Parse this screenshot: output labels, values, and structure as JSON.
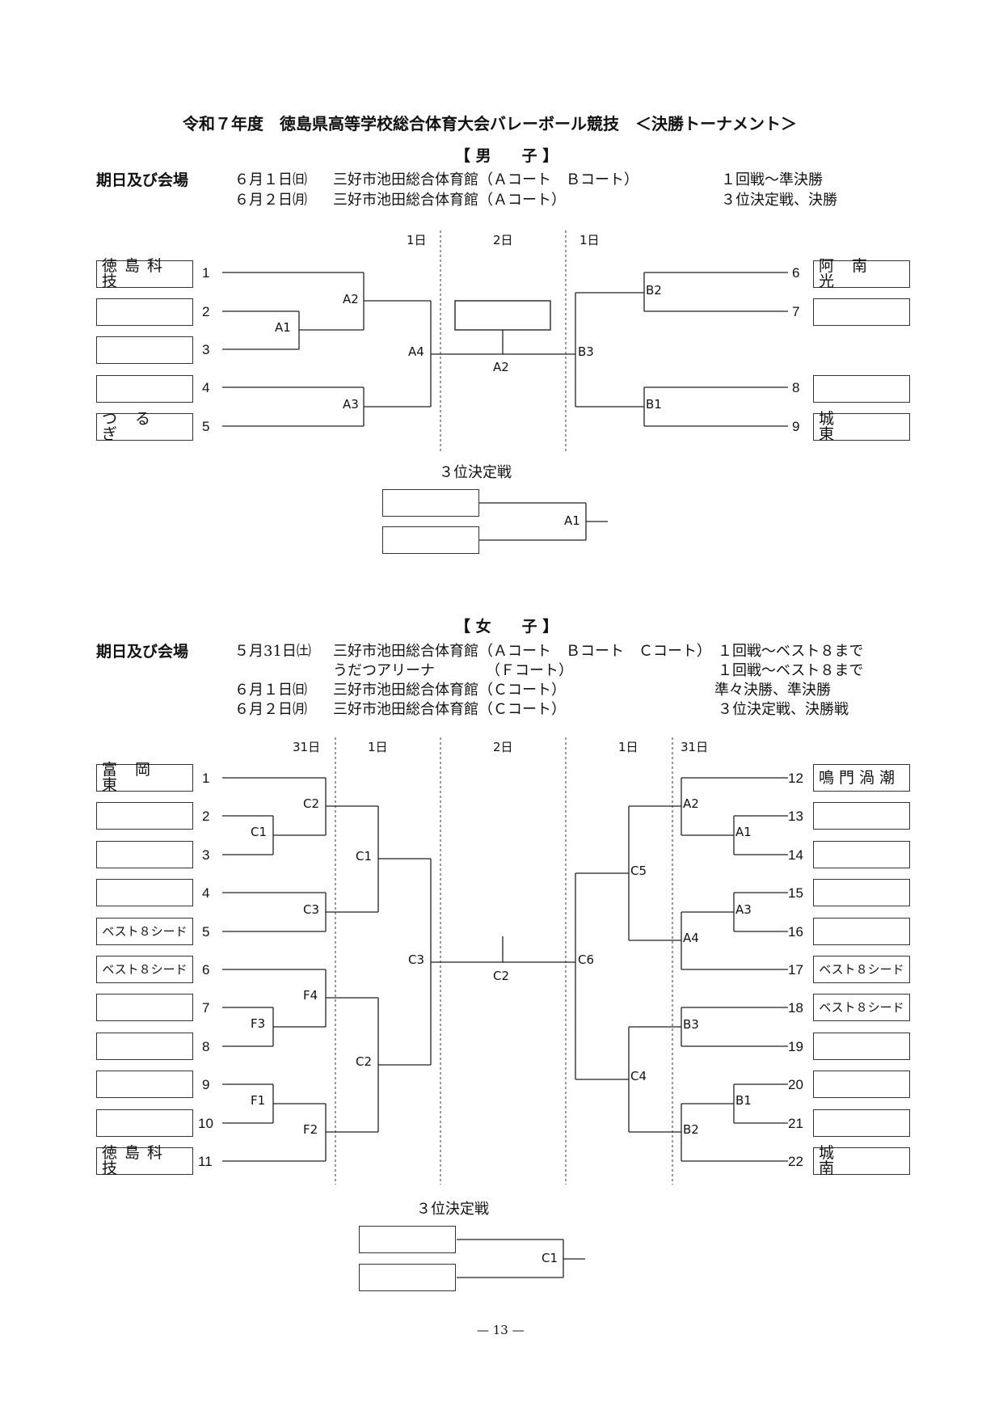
{
  "title": "令和７年度　徳島県高等学校総合体育大会バレーボール競技　＜決勝トーナメント＞",
  "boys": {
    "header": "【 男　　子 】",
    "schedule_label": "期日及び会場",
    "schedule": [
      {
        "date": "６月１日㈰",
        "venue": "三好市池田総合体育館（Ａコート　Ｂコート）",
        "rounds": "１回戦〜準決勝"
      },
      {
        "date": "６月２日㈪",
        "venue": "三好市池田総合体育館（Ａコート）",
        "rounds": "３位決定戦、決勝"
      }
    ],
    "day_labels": {
      "left": "1日",
      "center": "2日",
      "right": "1日"
    },
    "left_teams": [
      {
        "num": "1",
        "name": "徳島科技"
      },
      {
        "num": "2",
        "name": ""
      },
      {
        "num": "3",
        "name": ""
      },
      {
        "num": "4",
        "name": ""
      },
      {
        "num": "5",
        "name": "つるぎ"
      }
    ],
    "right_teams": [
      {
        "num": "6",
        "name": "阿南光"
      },
      {
        "num": "7",
        "name": ""
      },
      {
        "num": "8",
        "name": ""
      },
      {
        "num": "9",
        "name": "城東"
      }
    ],
    "courts": {
      "a1": "A1",
      "a2": "A2",
      "a3": "A3",
      "a4": "A4",
      "b1": "B1",
      "b2": "B2",
      "b3": "B3",
      "final": "A2"
    },
    "third_place_label": "３位決定戦",
    "third_place_court": "A1"
  },
  "girls": {
    "header": "【 女　　子 】",
    "schedule_label": "期日及び会場",
    "schedule": [
      {
        "date": "５月31日㈯",
        "venue": "三好市池田総合体育館（Ａコート　Ｂコート　Ｃコート）",
        "rounds": "１回戦〜ベスト８まで"
      },
      {
        "date": "",
        "venue": "うだつアリーナ　　　　（Ｆコート）",
        "rounds": "１回戦〜ベスト８まで"
      },
      {
        "date": "６月１日㈰",
        "venue": "三好市池田総合体育館（Ｃコート）",
        "rounds": "準々決勝、準決勝"
      },
      {
        "date": "６月２日㈪",
        "venue": "三好市池田総合体育館（Ｃコート）",
        "rounds": "３位決定戦、決勝戦"
      }
    ],
    "day_labels": {
      "l31": "31日",
      "l1": "1日",
      "center": "2日",
      "r1": "1日",
      "r31": "31日"
    },
    "left_teams": [
      {
        "num": "1",
        "name": "富岡東"
      },
      {
        "num": "2",
        "name": ""
      },
      {
        "num": "3",
        "name": ""
      },
      {
        "num": "4",
        "name": ""
      },
      {
        "num": "5",
        "name": "ベスト８シード"
      },
      {
        "num": "6",
        "name": "ベスト８シード"
      },
      {
        "num": "7",
        "name": ""
      },
      {
        "num": "8",
        "name": ""
      },
      {
        "num": "9",
        "name": ""
      },
      {
        "num": "10",
        "name": ""
      },
      {
        "num": "11",
        "name": "徳島科技"
      }
    ],
    "right_teams": [
      {
        "num": "12",
        "name": "鳴門渦潮"
      },
      {
        "num": "13",
        "name": ""
      },
      {
        "num": "14",
        "name": ""
      },
      {
        "num": "15",
        "name": ""
      },
      {
        "num": "16",
        "name": ""
      },
      {
        "num": "17",
        "name": "ベスト８シード"
      },
      {
        "num": "18",
        "name": "ベスト８シード"
      },
      {
        "num": "19",
        "name": ""
      },
      {
        "num": "20",
        "name": ""
      },
      {
        "num": "21",
        "name": ""
      },
      {
        "num": "22",
        "name": "城南"
      }
    ],
    "courts": {
      "c1_r1": "C1",
      "c2_r2": "C2",
      "c3_r2": "C3",
      "f3": "F3",
      "f4": "F4",
      "f1": "F1",
      "f2": "F2",
      "c1_qf": "C1",
      "c2_qf": "C2",
      "c3_sf": "C3",
      "a1": "A1",
      "a2": "A2",
      "a3": "A3",
      "a4": "A4",
      "b1": "B1",
      "b2": "B2",
      "b3": "B3",
      "c5": "C5",
      "c4": "C4",
      "c6": "C6",
      "final": "C2"
    },
    "third_place_label": "３位決定戦",
    "third_place_court": "C1"
  },
  "page_number": "— 13 —"
}
